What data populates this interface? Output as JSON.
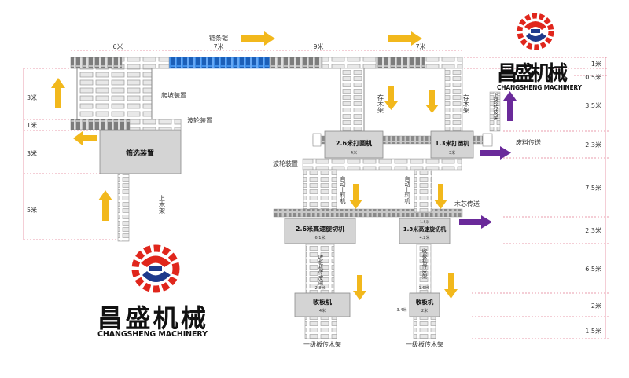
{
  "brand": {
    "name_cn": "昌盛机械",
    "name_en": "CHANGSHENG MACHINERY",
    "red": "#e0261c",
    "blue": "#1e3a8c"
  },
  "colors": {
    "flow_arrow": "#f2b81c",
    "output_arrow": "#6a2a9a",
    "chain_saw_belt": "#1f6fd1",
    "roller": "#8a8a8a",
    "machine_box": "#d4d4d4",
    "dim_line": "#d23a5a"
  },
  "top_line": {
    "chain_saw": "链条锯",
    "segments": [
      "6米",
      "7米",
      "9米",
      "7米"
    ]
  },
  "left_section": {
    "climb_device": "爬坡装置",
    "wave_device": "波轮装置",
    "screen_device": "筛选装置",
    "log_loader": "上木架",
    "heights": [
      "3米",
      "1米",
      "3米",
      "5米"
    ]
  },
  "middle_section": {
    "storage_rack": "存木架",
    "rounder_large": "2.6米打圆机",
    "rounder_large_dim": "4米",
    "wave_device": "波轮装置",
    "auto_feeder": "自动上料机",
    "lathe_large": "2.6米高速旋切机",
    "lathe_large_dim": "6.1米",
    "lathe_large_dim2": "2.8米",
    "stacker_conveyor": "收板机传皮架",
    "stacker": "收板机",
    "stacker_dim": "4米",
    "rack_label": "一级板传木架"
  },
  "right_section": {
    "storage_rack": "存木架",
    "rounder_small": "1.3米打圆机",
    "rounder_small_dim": "3米",
    "lift_conveyor": "上扬传皮架",
    "waste_conveyor": "废料传送",
    "auto_feeder": "自动上料机",
    "core_conveyor": "木芯传送",
    "lathe_small": "1.3米高速旋切机",
    "lathe_small_dim": "4.2米",
    "lathe_small_dim2": "1.5米",
    "stacker_conveyor": "收板机传皮架",
    "stacker_small_dim": "1.6米",
    "stacker": "收板机",
    "stacker_dim": "2米",
    "stacker_side_dim": "3.4米",
    "rack_label": "一级板传木架"
  },
  "right_scale": [
    "1米",
    "0.5米",
    "3.5米",
    "2.3米",
    "7.5米",
    "2.3米",
    "6.5米",
    "2米",
    "1.5米"
  ]
}
